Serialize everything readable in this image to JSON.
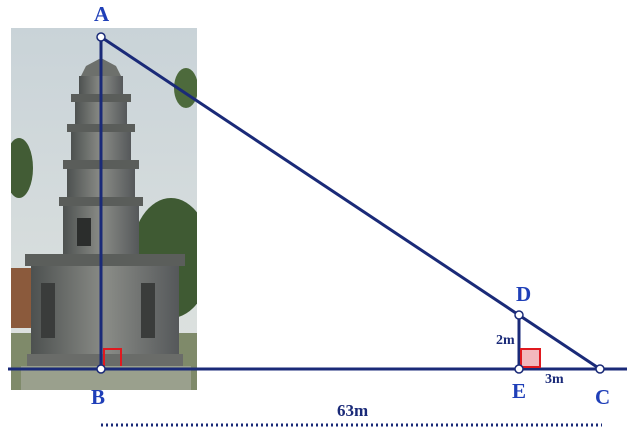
{
  "points": {
    "A": "A",
    "B": "B",
    "C": "C",
    "D": "D",
    "E": "E"
  },
  "measurements": {
    "DE": "2m",
    "EC": "3m",
    "BC": "63m"
  },
  "colors": {
    "lines": "#1a2a78",
    "point_labels": "#1f3fb8",
    "right_angle_marker": "#e0191f",
    "right_angle_fill": "#f3b8bd"
  },
  "image": {
    "subject": "stone-pagoda-photo"
  }
}
